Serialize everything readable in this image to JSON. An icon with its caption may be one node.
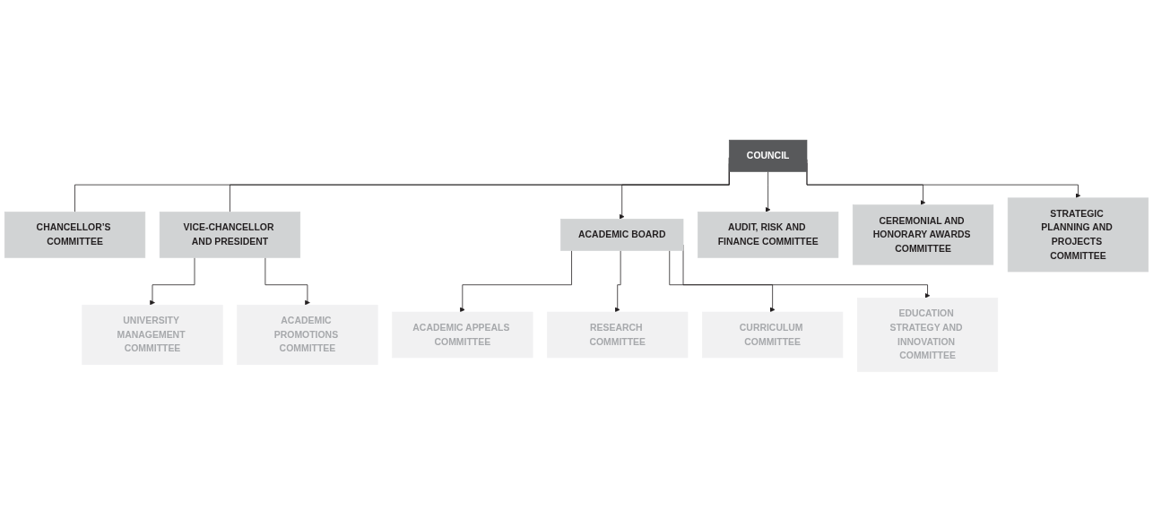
{
  "diagram": {
    "nodes": [
      {
        "text": [
          "COUNCIL"
        ]
      },
      {
        "text": [
          "CHANCELLOR’S COMMITTEE"
        ]
      },
      {
        "text": [
          "VICE-CHANCELLOR AND PRESIDENT"
        ]
      },
      {
        "text": [
          "ACADEMIC BOARD"
        ]
      },
      {
        "text": [
          "AUDIT, RISK AND FINANCE COMMITTEE"
        ]
      },
      {
        "text": [
          "CEREMONIAL AND HONORARY AWARDS COMMITTEE"
        ]
      },
      {
        "text": [
          "STRATEGIC PLANNING AND PROJECTS COMMITTEE"
        ]
      },
      {
        "text": [
          "ACADEMIC APPEALS COMMITTEE"
        ]
      },
      {
        "text": [
          "RESEARCH COMMITTEE"
        ]
      },
      {
        "text": [
          "CURRICULUM COMMITTEE"
        ]
      },
      {
        "text": [
          "EDUCATION STRATEGY AND INNOVATION COMMITTEE"
        ]
      },
      {
        "text": [
          "UNIVERSITY MANAGEMENT COMMITTEE"
        ]
      },
      {
        "text": [
          "ACADEMIC PROMOTIONS COMMITTEE"
        ]
      }
    ],
    "edges": [
      {
        "from": 0,
        "to": 1,
        "arrow": "none"
      },
      {
        "from": 0,
        "to": 2,
        "arrow": "none"
      },
      {
        "from": 0,
        "to": 3,
        "arrow": "to"
      },
      {
        "from": 0,
        "to": 4,
        "arrow": "to"
      },
      {
        "from": 0,
        "to": 5,
        "arrow": "to"
      },
      {
        "from": 0,
        "to": 6,
        "arrow": "to"
      },
      {
        "from": 3,
        "to": 7,
        "arrow": "to"
      },
      {
        "from": 3,
        "to": 8,
        "arrow": "to"
      },
      {
        "from": 3,
        "to": 9,
        "arrow": "to"
      },
      {
        "from": 3,
        "to": 10,
        "arrow": "to"
      },
      {
        "from": 2,
        "to": 11,
        "arrow": "to"
      },
      {
        "from": 2,
        "to": 12,
        "arrow": "to"
      }
    ]
  }
}
